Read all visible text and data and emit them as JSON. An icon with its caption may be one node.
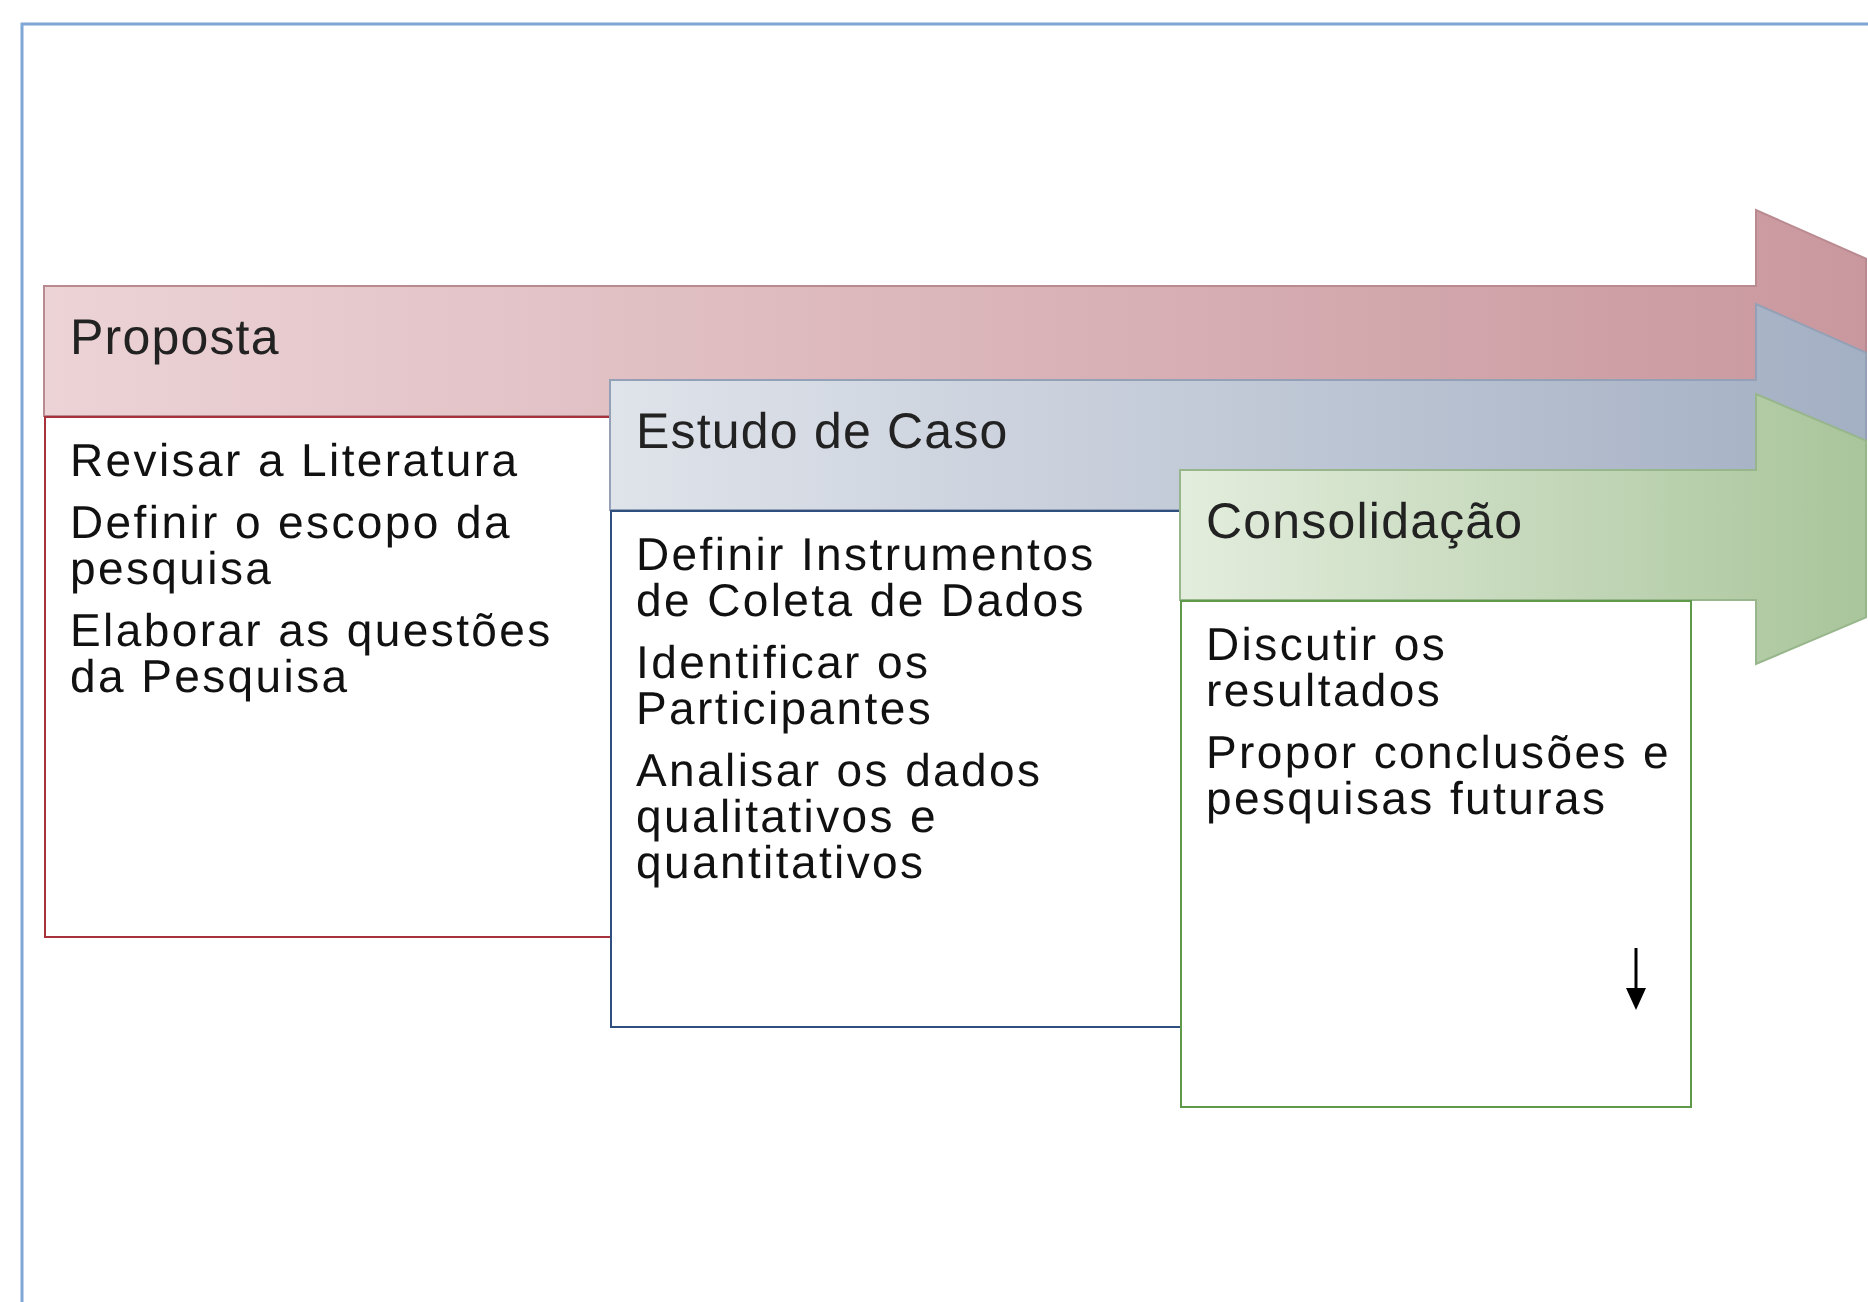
{
  "diagram": {
    "nodes": [
      {
        "text": [
          "Proposta"
        ]
      },
      {
        "text": [
          "Revisar a Literatura",
          "Definir o escopo da pesquisa",
          "Elaborar as questões da Pesquisa"
        ]
      },
      {
        "text": [
          "Estudo de Caso"
        ]
      },
      {
        "text": [
          "Definir Instrumentos de Coleta de Dados",
          "Identificar os Participantes",
          "Analisar os dados qualitativos e quantitativos"
        ]
      },
      {
        "text": [
          "Consolidação"
        ]
      },
      {
        "text": [
          "Discutir os resultados",
          "Propor conclusões e pesquisas futuras"
        ]
      }
    ]
  }
}
